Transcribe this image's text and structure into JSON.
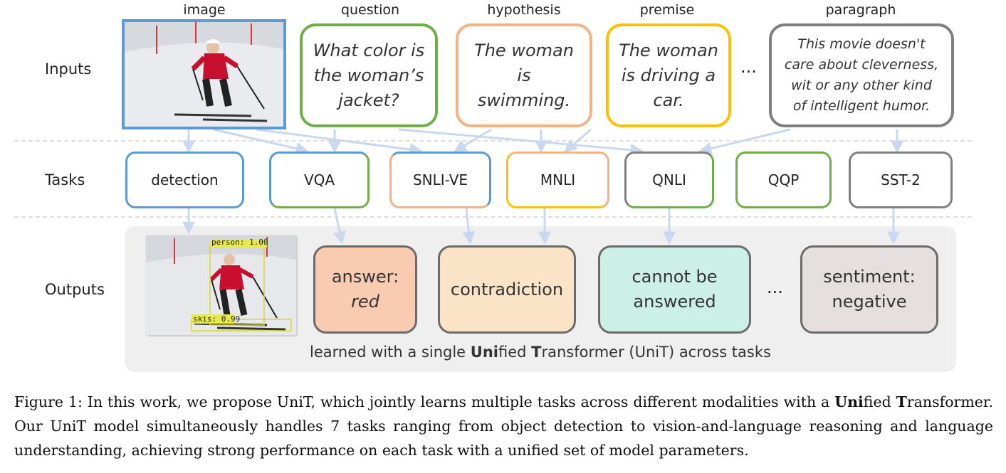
{
  "columns": {
    "image": "image",
    "question": "question",
    "hypothesis": "hypothesis",
    "premise": "premise",
    "paragraph": "paragraph"
  },
  "rows": {
    "inputs": "Inputs",
    "tasks": "Tasks",
    "outputs": "Outputs"
  },
  "inputs": {
    "question": "What color is the woman’s jacket?",
    "hypothesis": "The woman is swimming.",
    "premise": "The woman is driving a car.",
    "paragraph": "This movie doesn't care about cleverness, wit or any other kind of intelligent humor.",
    "ellipsis": "..."
  },
  "tasks": [
    "detection",
    "VQA",
    "SNLI-VE",
    "MNLI",
    "QNLI",
    "QQP",
    "SST-2"
  ],
  "outputs": {
    "vqa_prefix": "answer:",
    "vqa_answer": "red",
    "snli": "contradiction",
    "qnli": "cannot be answered",
    "sst_prefix": "sentiment:",
    "sst_value": "negative",
    "ellipsis": "...",
    "detections": [
      "person: 1.00",
      "skis: 0.99"
    ]
  },
  "footer": {
    "pre": "learned with a single ",
    "uni_b": "Uni",
    "uni_r": "fied ",
    "t_b": "T",
    "t_r": "ransformer (UniT) across tasks"
  },
  "caption": {
    "p1": "Figure 1: In this work, we propose UniT, which jointly learns multiple tasks across different modalities with a ",
    "b1": "Uni",
    "p2": "fied ",
    "b2": "T",
    "p3": "ransformer. Our UniT model simultaneously handles 7 tasks ranging from object detection to vision-and-language reasoning and language understanding, achieving strong performance on each task with a unified set of model parameters."
  },
  "colors": {
    "image": "#5b9bd5",
    "question": "#70ad47",
    "hypothesis": "#f4b183",
    "premise": "#ffc000",
    "paragraph": "#7f7f7f",
    "arrow": "#c9d8ee",
    "out_answer": "#f9cbb1",
    "out_contra": "#fbe3c7",
    "out_qnli": "#cdf0e6",
    "out_sst": "#e5dfdf",
    "panel": "#efefef"
  }
}
